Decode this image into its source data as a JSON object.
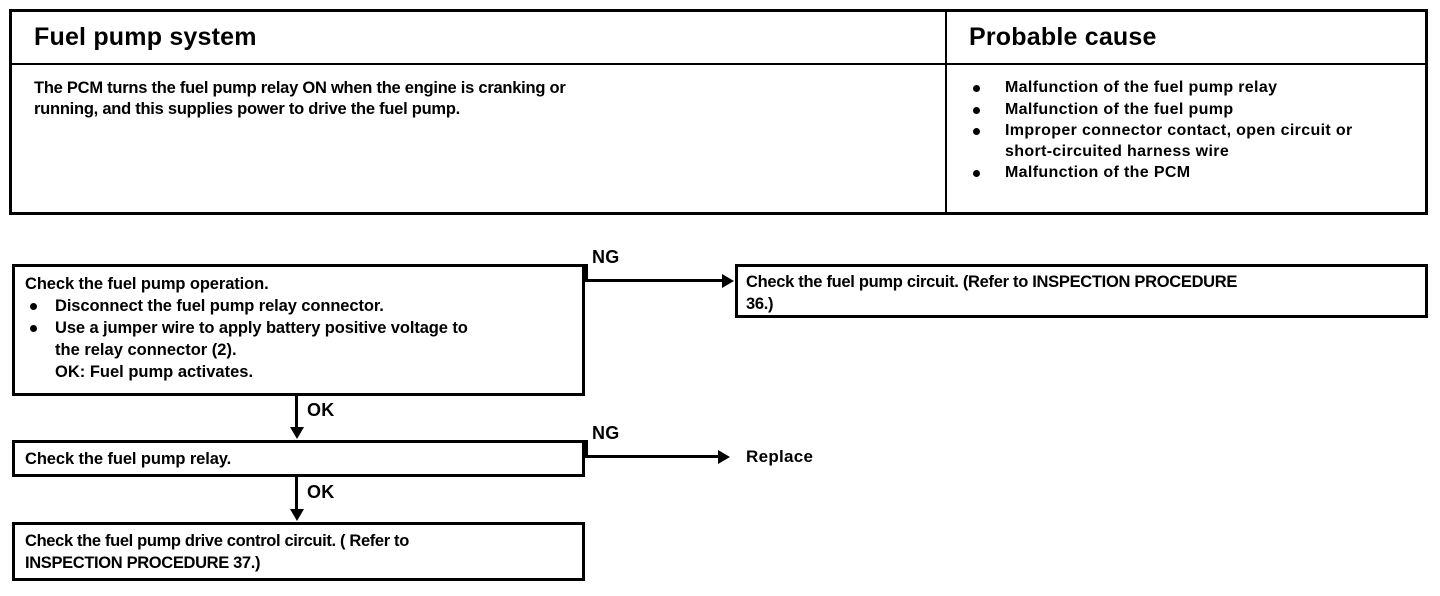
{
  "table": {
    "headers": {
      "left": "Fuel pump system",
      "right": "Probable cause"
    },
    "description": {
      "line1": "The PCM turns the fuel pump relay ON when the engine is cranking or",
      "line2": "running, and this supplies power to drive the fuel pump."
    },
    "probable_causes": [
      {
        "text": "Malfunction of the fuel pump relay"
      },
      {
        "text": "Malfunction of the fuel pump"
      },
      {
        "text": "Improper connector contact, open circuit or",
        "line2": "short-circuited harness wire"
      },
      {
        "text": "Malfunction of the PCM"
      }
    ]
  },
  "flowchart": {
    "box_check_operation": {
      "title": "Check the fuel pump operation.",
      "steps": [
        {
          "text": "Disconnect the fuel pump relay connector."
        },
        {
          "text": "Use a jumper wire to apply battery positive voltage to",
          "cont": "the relay connector (2).",
          "ok": "OK:  Fuel pump activates."
        }
      ]
    },
    "box_check_circuit": {
      "line1": "Check the fuel pump circuit. (Refer  to   INSPECTION  PROCEDURE",
      "line2": "36.)"
    },
    "box_check_relay": {
      "line1": "Check the fuel pump relay."
    },
    "box_check_drive": {
      "line1": "Check the fuel pump drive control circuit. (  Refer  to",
      "line2": "INSPECTION PROCEDURE 37.)"
    },
    "labels": {
      "ng_top": "NG",
      "ng_relay": "NG",
      "ok_first": "OK",
      "ok_second": "OK",
      "replace": "Replace"
    }
  }
}
